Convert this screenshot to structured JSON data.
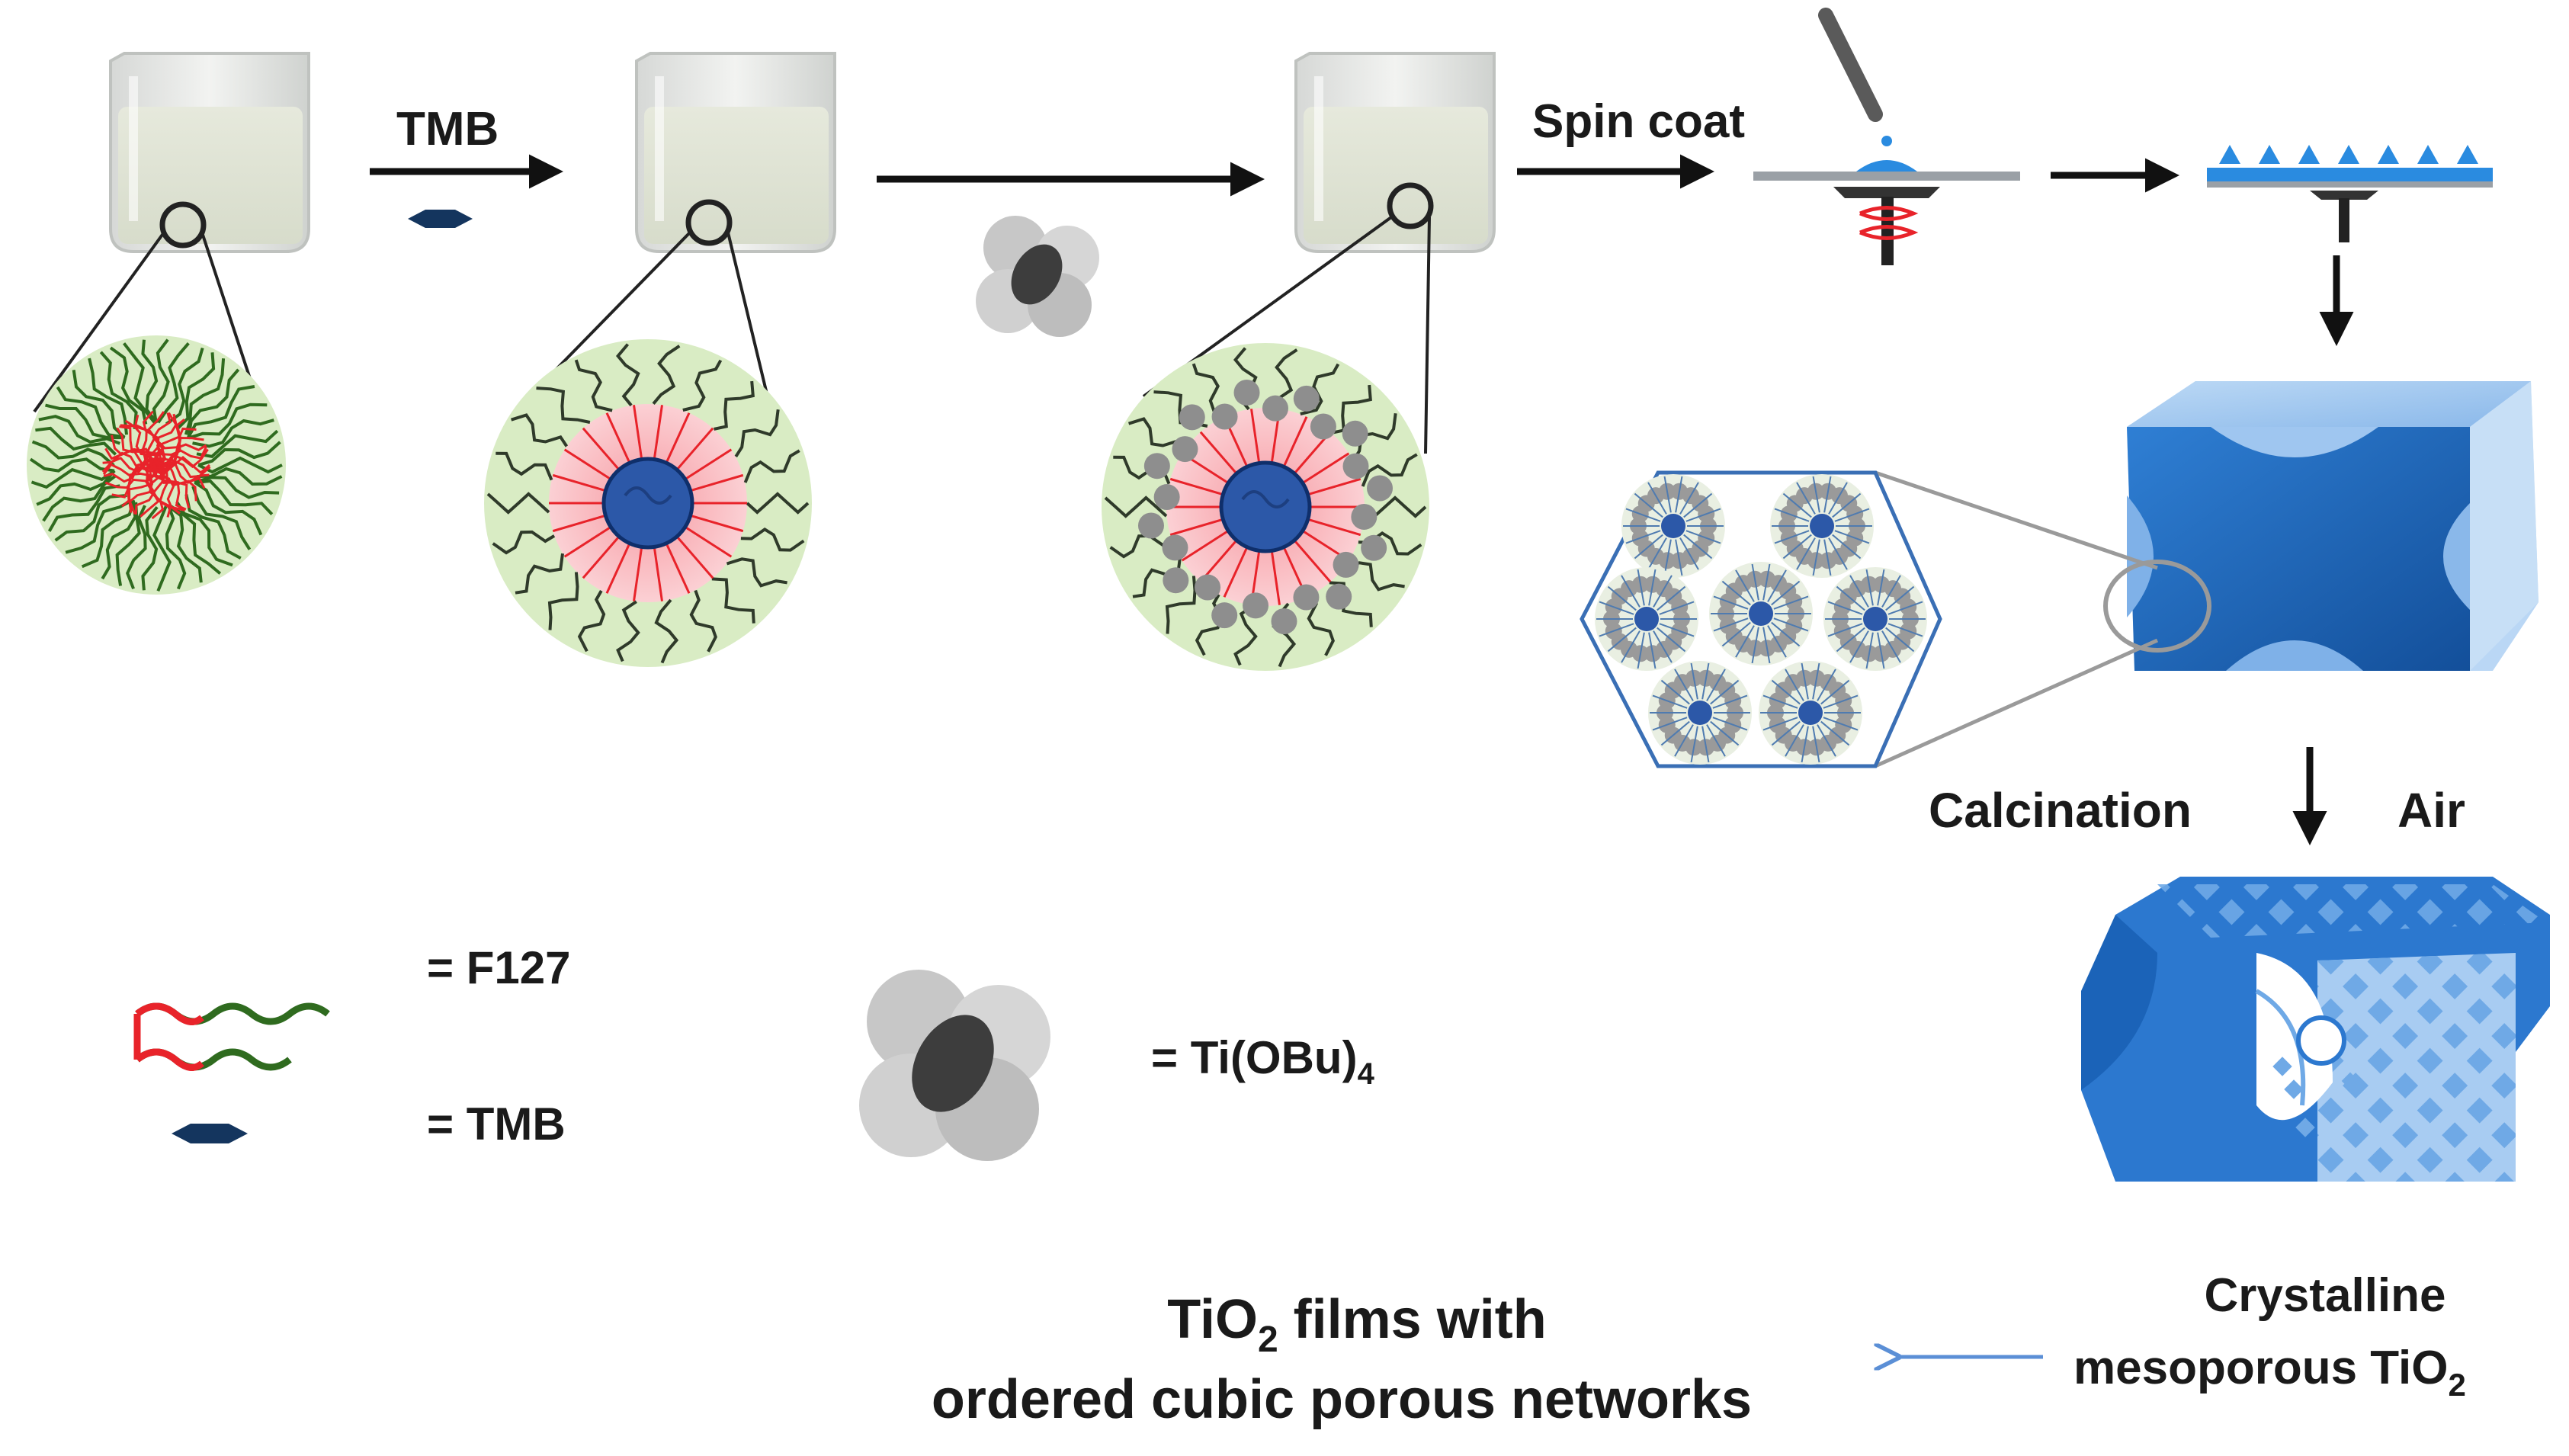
{
  "labels": {
    "tmb_arrow": "TMB",
    "spin_coat": "Spin coat",
    "calcination": "Calcination",
    "air": "Air"
  },
  "legend": {
    "f127": "= F127",
    "tmb": "= TMB",
    "tiobu_prefix": "= Ti(OBu)",
    "tiobu_sub": "4"
  },
  "captions": {
    "final_line1_prefix": "TiO",
    "final_line1_sub": "2",
    "final_line1_suffix": " films with",
    "final_line2": "ordered cubic porous networks",
    "crystalline_line1": "Crystalline",
    "crystalline_line2_prefix": "mesoporous TiO",
    "crystalline_line2_sub": "2"
  },
  "colors": {
    "arrow": "#111111",
    "thin_arrow": "#5b8fd6",
    "f127_corona": "#2f6b1f",
    "f127_core": "#e8232a",
    "tmb": "#14355e",
    "micelle_shell": "#d9ecc4",
    "micelle_core_glow": "#f6b7bd",
    "precursor": "#8e8e8e",
    "film": "#2a8be0",
    "cube_dark": "#1b63b8",
    "cube_light": "#9fc6f0"
  }
}
